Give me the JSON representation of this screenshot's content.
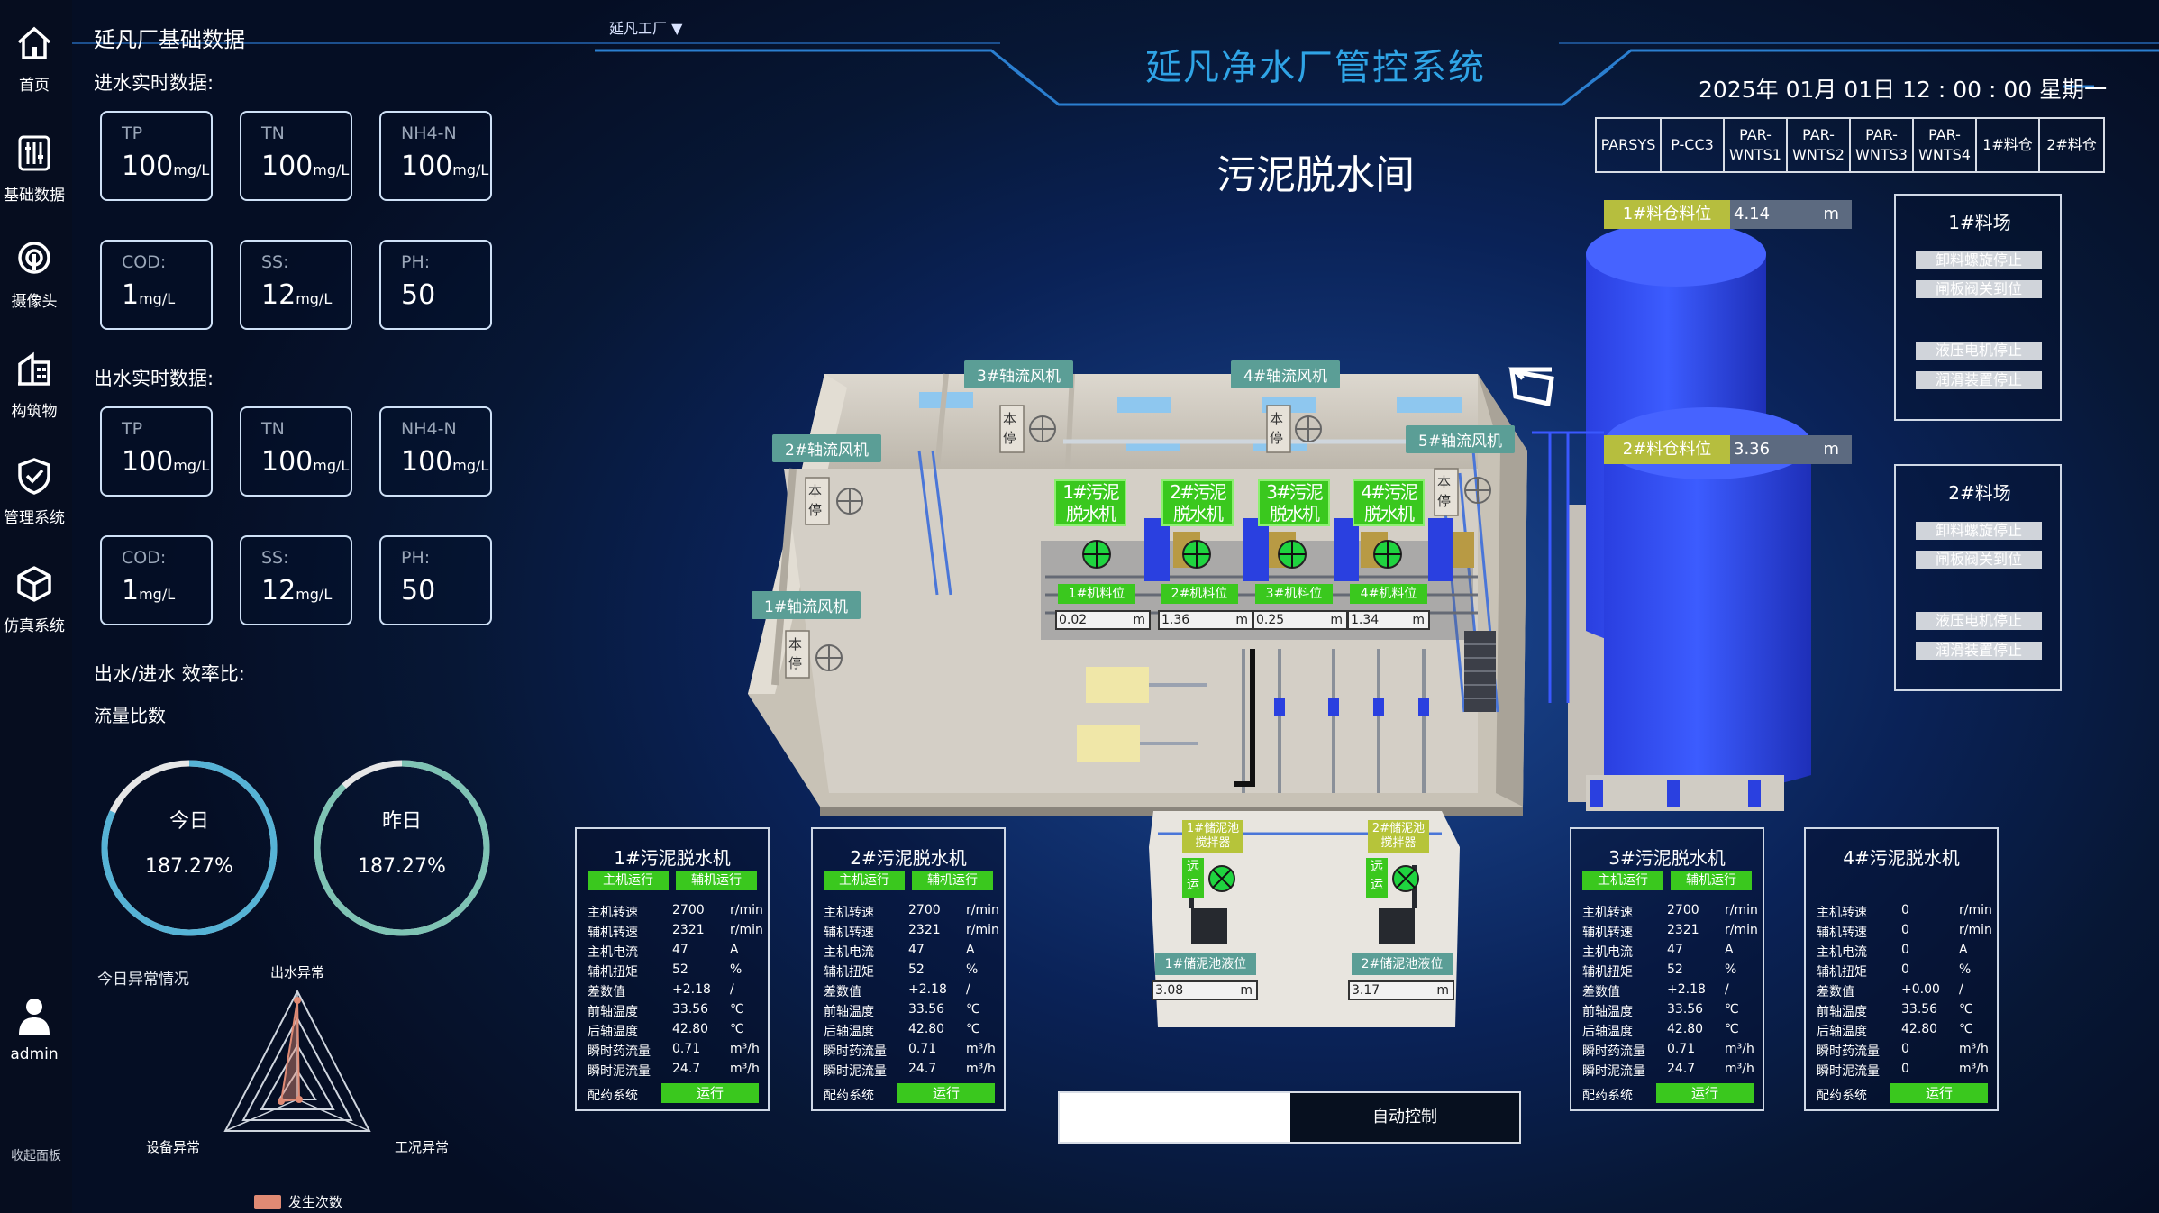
{
  "sidebar": {
    "items": [
      {
        "label": "首页",
        "icon": "home-icon"
      },
      {
        "label": "基础数据",
        "icon": "data-icon"
      },
      {
        "label": "摄像头",
        "icon": "camera-icon"
      },
      {
        "label": "构筑物",
        "icon": "building-icon"
      },
      {
        "label": "管理系统",
        "icon": "shield-icon"
      },
      {
        "label": "仿真系统",
        "icon": "cube-icon"
      }
    ],
    "user": "admin",
    "collapse": "收起面板"
  },
  "header": {
    "section_title": "延凡厂基础数据",
    "factory_select": "延凡工厂",
    "title": "延凡净水厂管控系统",
    "datetime": "2025年 01月 01日    12 : 00 : 00    星期一",
    "page_title": "污泥脱水间"
  },
  "tabs": [
    "PARSYS",
    "P-CC3",
    "PAR-\nWNTS1",
    "PAR-\nWNTS2",
    "PAR-\nWNTS3",
    "PAR-\nWNTS4",
    "1#料仓",
    "2#料仓"
  ],
  "inflow": {
    "title": "进水实时数据:",
    "cards": [
      {
        "key": "TP",
        "value": "100",
        "unit": "mg/L"
      },
      {
        "key": "TN",
        "value": "100",
        "unit": "mg/L"
      },
      {
        "key": "NH4-N",
        "value": "100",
        "unit": "mg/L"
      },
      {
        "key": "COD:",
        "value": "1",
        "unit": "mg/L"
      },
      {
        "key": "SS:",
        "value": "12",
        "unit": "mg/L"
      },
      {
        "key": "PH:",
        "value": "50",
        "unit": ""
      }
    ]
  },
  "outflow": {
    "title": "出水实时数据:",
    "cards": [
      {
        "key": "TP",
        "value": "100",
        "unit": "mg/L"
      },
      {
        "key": "TN",
        "value": "100",
        "unit": "mg/L"
      },
      {
        "key": "NH4-N",
        "value": "100",
        "unit": "mg/L"
      },
      {
        "key": "COD:",
        "value": "1",
        "unit": "mg/L"
      },
      {
        "key": "SS:",
        "value": "12",
        "unit": "mg/L"
      },
      {
        "key": "PH:",
        "value": "50",
        "unit": ""
      }
    ]
  },
  "efficiency": {
    "title": "出水/进水 效率比:",
    "subtitle": "流量比数",
    "today": {
      "label": "今日",
      "value": "187.27%",
      "arc_fraction": 0.82
    },
    "yesterday": {
      "label": "昨日",
      "value": "187.27%",
      "arc_fraction": 0.88
    }
  },
  "anomaly": {
    "title": "今日异常情况",
    "axes": [
      "出水异常",
      "设备异常",
      "工况异常"
    ],
    "legend": "发生次数",
    "color": "#e08a74"
  },
  "scene": {
    "fans": [
      "3#轴流风机",
      "4#轴流风机",
      "2#轴流风机",
      "5#轴流风机",
      "1#轴流风机"
    ],
    "local_stop": "本\n停",
    "machines": [
      "1#污泥\n脱水机",
      "2#污泥\n脱水机",
      "3#污泥\n脱水机",
      "4#污泥\n脱水机"
    ],
    "feed_levels": [
      {
        "label": "1#机料位",
        "value": "0.02",
        "unit": "m"
      },
      {
        "label": "2#机料位",
        "value": "1.36",
        "unit": "m"
      },
      {
        "label": "3#机料位",
        "value": "0.25",
        "unit": "m"
      },
      {
        "label": "4#机料位",
        "value": "1.34",
        "unit": "m"
      }
    ],
    "tanks": [
      {
        "mixer": "1#储泥池\n搅拌器",
        "label": "1#储泥池液位",
        "value": "3.08",
        "unit": "m"
      },
      {
        "mixer": "2#储泥池\n搅拌器",
        "label": "2#储泥池液位",
        "value": "3.17",
        "unit": "m"
      }
    ],
    "remote": "远\n运"
  },
  "silos": [
    {
      "level_label": "1#料仓料位",
      "level": "4.14",
      "unit": "m",
      "title": "1#料场",
      "buttons": [
        "卸料螺旋停止",
        "闸板阀关到位",
        "液压电机停止",
        "润滑装置停止"
      ]
    },
    {
      "level_label": "2#料仓料位",
      "level": "3.36",
      "unit": "m",
      "title": "2#料场",
      "buttons": [
        "卸料螺旋停止",
        "闸板阀关到位",
        "液压电机停止",
        "润滑装置停止"
      ]
    }
  ],
  "panels": [
    {
      "title": "1#污泥脱水机",
      "btn1": "主机运行",
      "btn2": "辅机运行",
      "rows": [
        [
          "主机转速",
          "2700",
          "r/min"
        ],
        [
          "辅机转速",
          "2321",
          "r/min"
        ],
        [
          "主机电流",
          "47",
          "A"
        ],
        [
          "辅机扭矩",
          "52",
          "%"
        ],
        [
          "差数值",
          "+2.18",
          "/"
        ],
        [
          "前轴温度",
          "33.56",
          "℃"
        ],
        [
          "后轴温度",
          "42.80",
          "℃"
        ],
        [
          "瞬时药流量",
          "0.71",
          "m³/h"
        ],
        [
          "瞬时泥流量",
          "24.7",
          "m³/h"
        ]
      ],
      "run_label": "配药系统",
      "run": "运行"
    },
    {
      "title": "2#污泥脱水机",
      "btn1": "主机运行",
      "btn2": "辅机运行",
      "rows": [
        [
          "主机转速",
          "2700",
          "r/min"
        ],
        [
          "辅机转速",
          "2321",
          "r/min"
        ],
        [
          "主机电流",
          "47",
          "A"
        ],
        [
          "辅机扭矩",
          "52",
          "%"
        ],
        [
          "差数值",
          "+2.18",
          "/"
        ],
        [
          "前轴温度",
          "33.56",
          "℃"
        ],
        [
          "后轴温度",
          "42.80",
          "℃"
        ],
        [
          "瞬时药流量",
          "0.71",
          "m³/h"
        ],
        [
          "瞬时泥流量",
          "24.7",
          "m³/h"
        ]
      ],
      "run_label": "配药系统",
      "run": "运行"
    },
    {
      "title": "3#污泥脱水机",
      "btn1": "主机运行",
      "btn2": "辅机运行",
      "rows": [
        [
          "主机转速",
          "2700",
          "r/min"
        ],
        [
          "辅机转速",
          "2321",
          "r/min"
        ],
        [
          "主机电流",
          "47",
          "A"
        ],
        [
          "辅机扭矩",
          "52",
          "%"
        ],
        [
          "差数值",
          "+2.18",
          "/"
        ],
        [
          "前轴温度",
          "33.56",
          "℃"
        ],
        [
          "后轴温度",
          "42.80",
          "℃"
        ],
        [
          "瞬时药流量",
          "0.71",
          "m³/h"
        ],
        [
          "瞬时泥流量",
          "24.7",
          "m³/h"
        ]
      ],
      "run_label": "配药系统",
      "run": "运行"
    },
    {
      "title": "4#污泥脱水机",
      "btn1": "",
      "btn2": "",
      "rows": [
        [
          "主机转速",
          "0",
          "r/min"
        ],
        [
          "辅机转速",
          "0",
          "r/min"
        ],
        [
          "主机电流",
          "0",
          "A"
        ],
        [
          "辅机扭矩",
          "0",
          "%"
        ],
        [
          "差数值",
          "+0.00",
          "/"
        ],
        [
          "前轴温度",
          "33.56",
          "℃"
        ],
        [
          "后轴温度",
          "42.80",
          "℃"
        ],
        [
          "瞬时药流量",
          "0",
          "m³/h"
        ],
        [
          "瞬时泥流量",
          "0",
          "m³/h"
        ]
      ],
      "run_label": "配药系统",
      "run": "运行"
    }
  ],
  "control": {
    "mode": "自动控制"
  }
}
